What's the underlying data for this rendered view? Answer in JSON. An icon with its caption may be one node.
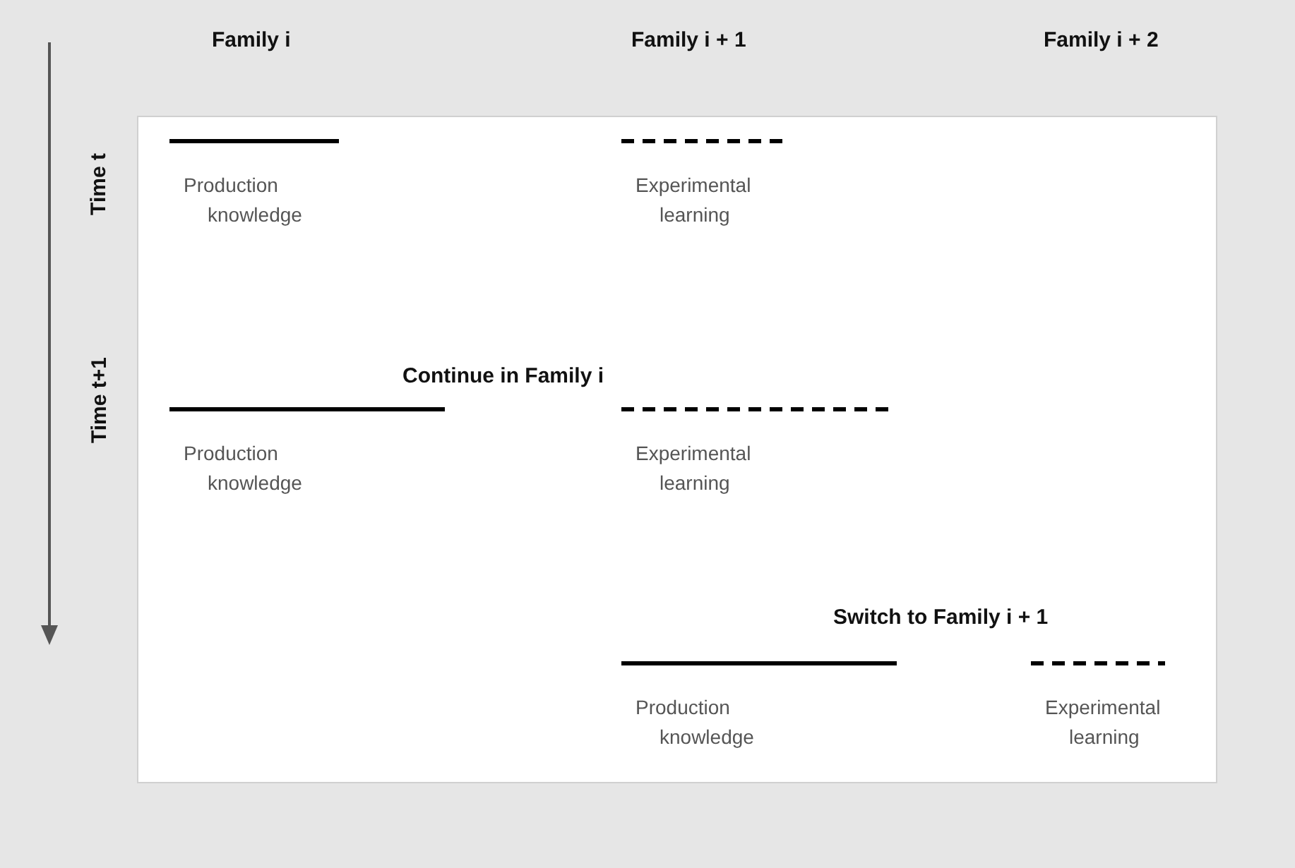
{
  "diagram": {
    "nodes": [
      {
        "text": [
          "Production knowledge"
        ]
      },
      {
        "text": [
          "Experimental learning"
        ]
      },
      {
        "text": [
          "Production knowledge"
        ]
      },
      {
        "text": [
          "Experimental learning"
        ]
      },
      {
        "text": [
          "Production knowledge"
        ]
      },
      {
        "text": [
          "Experimental learning"
        ]
      }
    ],
    "labels": [
      "Family i",
      "Family i + 1",
      "Family i + 2",
      "Time t",
      "Continue in Family i",
      "Time t+1",
      "Switch to Family i + 1"
    ]
  }
}
